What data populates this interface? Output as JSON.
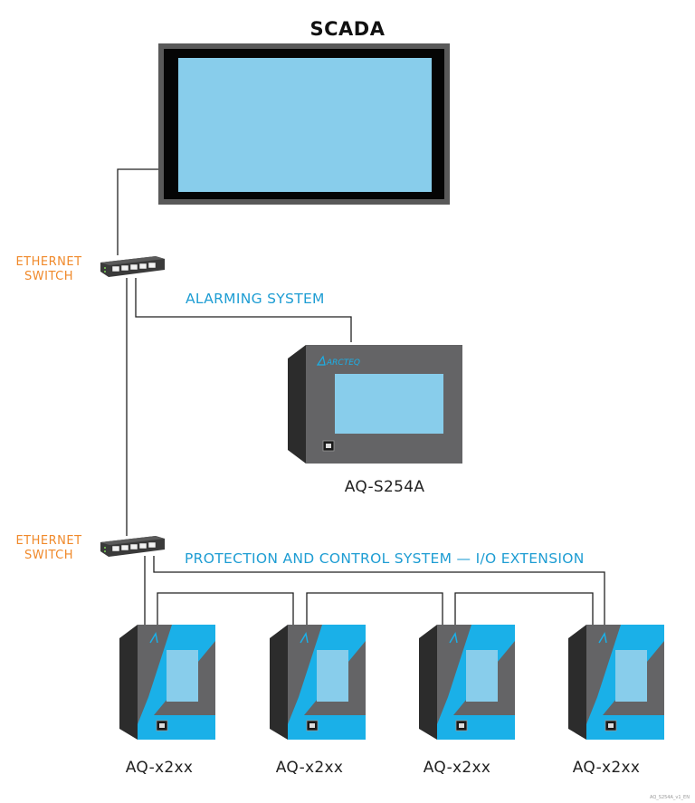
{
  "title": "SCADA",
  "switch_top": {
    "line1": "ETHERNET",
    "line2": "SWITCH"
  },
  "switch_bottom": {
    "line1": "ETHERNET",
    "line2": "SWITCH"
  },
  "alarming_label": "ALARMING SYSTEM",
  "protection_label": "PROTECTION AND CONTROL SYSTEM — I/O EXTENSION",
  "alarm_device": {
    "brand": "ARCTEQ",
    "name": "AQ-S254A"
  },
  "relays": [
    {
      "name": "AQ-x2xx"
    },
    {
      "name": "AQ-x2xx"
    },
    {
      "name": "AQ-x2xx"
    },
    {
      "name": "AQ-x2xx"
    }
  ],
  "footnote": "AQ_S254A_v1_EN",
  "colors": {
    "screen": "#88cdeb",
    "device_body": "#646466",
    "accent": "#1ab0e8",
    "label_orange": "#f0892a",
    "label_blue": "#1e9dd3"
  }
}
